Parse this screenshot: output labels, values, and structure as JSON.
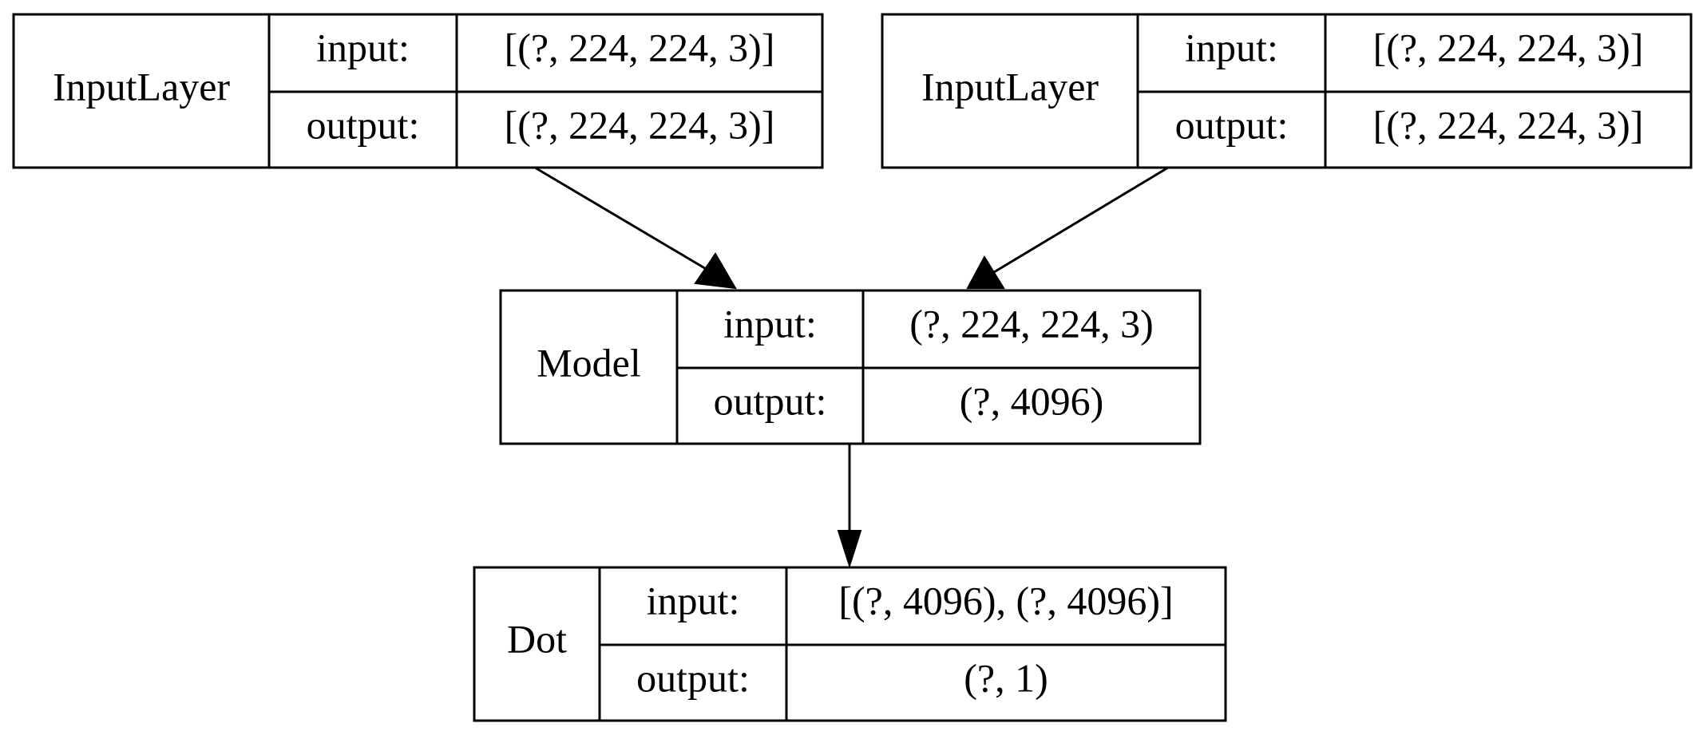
{
  "nodes": [
    {
      "name": "InputLayer",
      "input_label": "input:",
      "input_value": "[(?, 224, 224, 3)]",
      "output_label": "output:",
      "output_value": "[(?, 224, 224, 3)]"
    },
    {
      "name": "InputLayer",
      "input_label": "input:",
      "input_value": "[(?, 224, 224, 3)]",
      "output_label": "output:",
      "output_value": "[(?, 224, 224, 3)]"
    },
    {
      "name": "Model",
      "input_label": "input:",
      "input_value": "(?, 224, 224, 3)",
      "output_label": "output:",
      "output_value": "(?, 4096)"
    },
    {
      "name": "Dot",
      "input_label": "input:",
      "input_value": "[(?, 4096), (?, 4096)]",
      "output_label": "output:",
      "output_value": "(?, 1)"
    }
  ],
  "edges": [
    {
      "from": 0,
      "to": 2
    },
    {
      "from": 1,
      "to": 2
    },
    {
      "from": 2,
      "to": 3
    }
  ],
  "colors": {
    "stroke": "#000000",
    "text": "#000000",
    "background": "#ffffff"
  }
}
